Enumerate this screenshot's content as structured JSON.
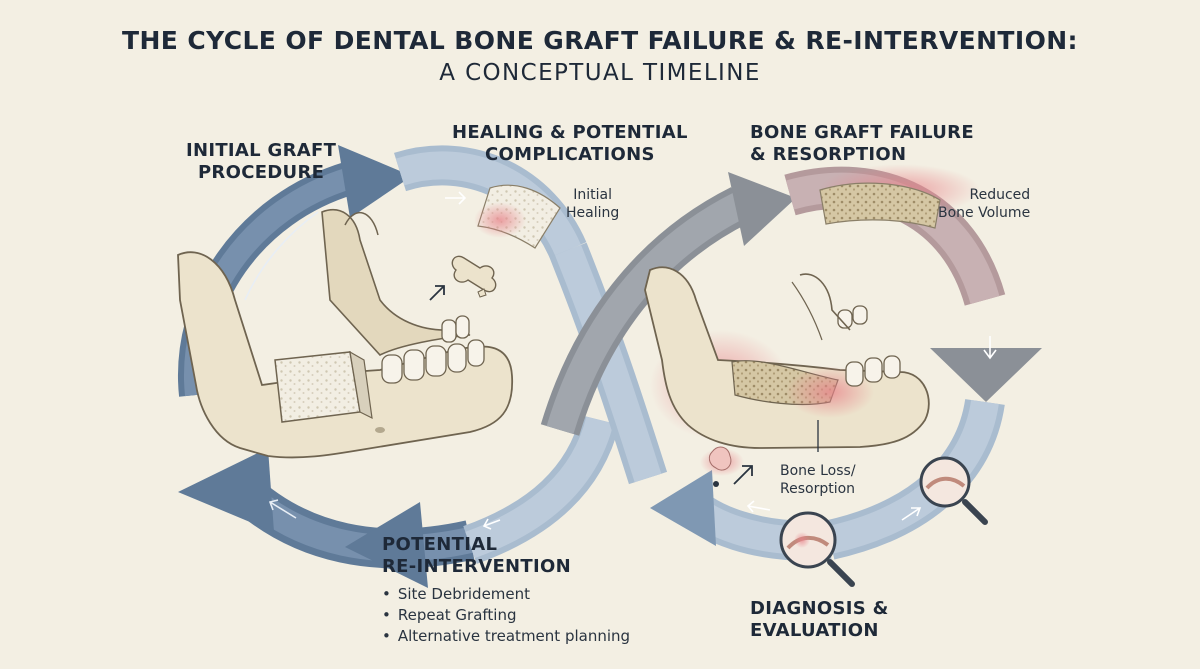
{
  "title": "THE CYCLE OF DENTAL BONE GRAFT FAILURE & RE-INTERVENTION:",
  "subtitle": "A CONCEPTUAL TIMELINE",
  "stages": {
    "initial_graft": {
      "line1": "INITIAL GRAFT",
      "line2": "PROCEDURE"
    },
    "healing": {
      "line1": "HEALING & POTENTIAL",
      "line2": "COMPLICATIONS"
    },
    "failure": {
      "line1": "BONE GRAFT FAILURE",
      "line2": "& RESORPTION"
    },
    "diagnosis": {
      "line1": "DIAGNOSIS &",
      "line2": "EVALUATION"
    },
    "reintervention": {
      "line1": "POTENTIAL",
      "line2": "RE-INTERVENTION",
      "items": [
        "Site Debridement",
        "Repeat Grafting",
        "Alternative treatment planning"
      ]
    }
  },
  "annotations": {
    "initial_healing": {
      "line1": "Initial",
      "line2": "Healing"
    },
    "reduced_volume": {
      "line1": "Reduced",
      "line2": "Bone Volume"
    },
    "bone_loss": {
      "line1": "Bone Loss/",
      "line2": "Resorption"
    }
  },
  "colors": {
    "background": "#f3efe3",
    "arrow_dark": "#5f7a98",
    "arrow_light": "#a9bccf",
    "arrow_grey": "#8b9097",
    "bone": "#ece3cc",
    "inflammation": "#e8838a"
  }
}
